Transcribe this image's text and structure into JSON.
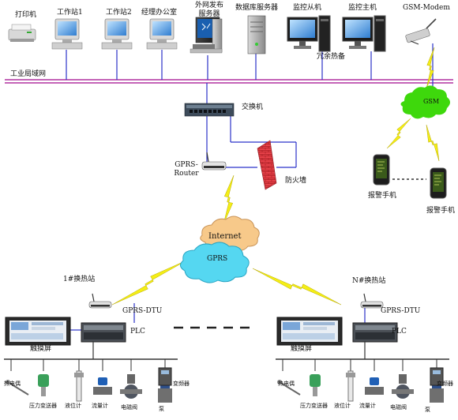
{
  "colors": {
    "lan_bus": "#b0309f",
    "link": "#2b33c9",
    "field_bus": "#333333",
    "lightning": "#f4ee16",
    "gsm_cloud": "#3ed80c",
    "internet_cloud": "#f7c98a",
    "gprs_cloud": "#55d7f1",
    "firewall": "#e8424a"
  },
  "top_devices": {
    "printer": "打印机",
    "ws1": "工作站1",
    "ws2": "工作站2",
    "manager": "经理办公室",
    "web_pub_l1": "外网发布",
    "web_pub_l2": "服务器",
    "db_server": "数据库服务器",
    "monitor_slave": "监控从机",
    "monitor_master": "监控主机",
    "gsm_modem": "GSM-Modem",
    "redundant": "冗余热备"
  },
  "network": {
    "lan": "工业局域网",
    "switch": "交换机",
    "router_l1": "GPRS-",
    "router_l2": "Router",
    "firewall": "防火墙",
    "internet": "Internet",
    "gprs": "GPRS",
    "gsm": "GSM",
    "alarm_phone_1": "报警手机",
    "alarm_phone_2": "报警手机"
  },
  "stations": [
    {
      "name": "1#换热站",
      "dtu": "GPRS-DTU",
      "plc": "PLC",
      "hmi": "触摸屏",
      "instruments": [
        "热电偶",
        "压力变送器",
        "液位计",
        "流量计",
        "电磁阀",
        "泵",
        "变频器"
      ]
    },
    {
      "name": "N#换热站",
      "dtu": "GPRS-DTU",
      "plc": "PLC",
      "hmi": "触摸屏",
      "instruments": [
        "热电偶",
        "压力变送器",
        "液位计",
        "流量计",
        "电磁阀",
        "泵",
        "变频器"
      ]
    }
  ]
}
